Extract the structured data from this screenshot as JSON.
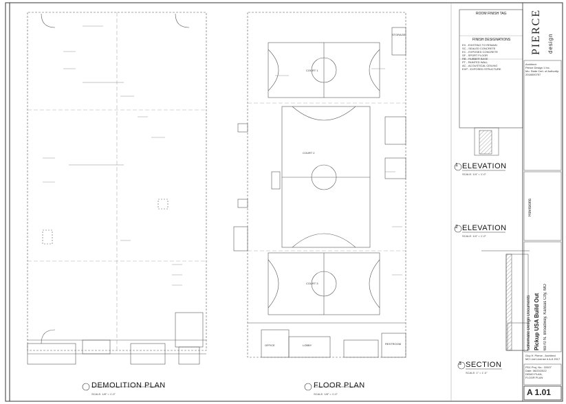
{
  "plans": {
    "demolition": {
      "title": "DEMOLITION PLAN",
      "scale": "SCALE: 1/8\" = 1'-0\""
    },
    "floor": {
      "title": "FLOOR PLAN",
      "scale": "SCALE: 1/8\" = 1'-0\""
    }
  },
  "details": {
    "elevation1": {
      "number": "1",
      "title": "ELEVATION",
      "scale": "SCALE: 1/4\" = 1'-0\""
    },
    "elevation2": {
      "number": "2",
      "title": "ELEVATION",
      "scale": "SCALE: 1/4\" = 1'-0\""
    },
    "section3": {
      "number": "3",
      "title": "SECTION",
      "scale": "SCALE: 1\" = 1'-0\""
    }
  },
  "legend": {
    "room_finish_tag": "ROOM FINISH TAG",
    "finish_designations": "FINISH DESIGNATIONS",
    "items": [
      "EX - EXISTING TO REMAIN",
      "SC - SEALED CONCRETE",
      "EC - EXPOSED CONCRETE",
      "SF - SPORT FLOOR",
      "RB - RUBBER BASE",
      "PT - PAINTED WALL",
      "AC - ACOUSTICAL CEILING",
      "EXP - EXPOSED STRUCTURE"
    ]
  },
  "title_block": {
    "firm": "PIERCE",
    "firm_sub": "design",
    "architect_label": "Architect:",
    "architect_name": "Pierce Design 1 Inc.",
    "architect_license": "Mo. State Cert. of Authority: 2018000757",
    "revisions": "Revisions",
    "doc_type": "Schematic Design Documents",
    "project": "Pickup USA Build Out",
    "address": "6970 N. Broadway, Kansas City, MO",
    "seal_name": "Guy H. Pierce - Architect",
    "seal_license": "MO Lic# License # A-5 2017",
    "pd_proj_no_label": "PD1 Proj. No.:",
    "pd_proj_no": "22007",
    "date_label": "Date:",
    "date": "06/20/2022",
    "sheet_title_1": "DEMO PLAN,",
    "sheet_title_2": "FLOOR PLAN",
    "sheet_number": "A 1.01"
  },
  "courts": {
    "court1": "COURT 1",
    "court2": "COURT 2",
    "court3": "COURT 3"
  },
  "rooms": {
    "storage": "STORAGE",
    "restroom": "RESTROOM",
    "office": "OFFICE",
    "lobby": "LOBBY"
  }
}
